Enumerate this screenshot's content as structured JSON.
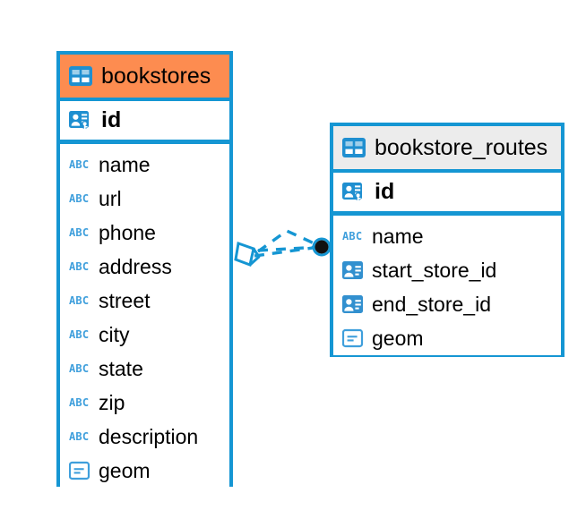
{
  "diagram": {
    "type": "entity-relationship-diagram",
    "background": "#ffffff",
    "accent_color": "#1596d3",
    "entities": [
      {
        "name": "bookstores",
        "header_color": "#fd8c50",
        "header_icon": "table-icon",
        "primary_key": {
          "label": "id",
          "icon": "primary-key-icon"
        },
        "fields": [
          {
            "label": "name",
            "icon": "text-type-icon"
          },
          {
            "label": "url",
            "icon": "text-type-icon"
          },
          {
            "label": "phone",
            "icon": "text-type-icon"
          },
          {
            "label": "address",
            "icon": "text-type-icon"
          },
          {
            "label": "street",
            "icon": "text-type-icon"
          },
          {
            "label": "city",
            "icon": "text-type-icon"
          },
          {
            "label": "state",
            "icon": "text-type-icon"
          },
          {
            "label": "zip",
            "icon": "text-type-icon"
          },
          {
            "label": "description",
            "icon": "text-type-icon"
          },
          {
            "label": "geom",
            "icon": "geometry-type-icon"
          }
        ]
      },
      {
        "name": "bookstore_routes",
        "header_color": "#ececec",
        "header_icon": "table-icon",
        "primary_key": {
          "label": "id",
          "icon": "primary-key-icon"
        },
        "fields": [
          {
            "label": "name",
            "icon": "text-type-icon"
          },
          {
            "label": "start_store_id",
            "icon": "foreign-key-icon"
          },
          {
            "label": "end_store_id",
            "icon": "foreign-key-icon"
          },
          {
            "label": "geom",
            "icon": "geometry-type-icon"
          }
        ]
      }
    ],
    "relationship": {
      "from_entity": "bookstores",
      "to_entity": "bookstore_routes",
      "line_style": "dashed",
      "line_color": "#1596d3",
      "source_marker": "crows-foot-many",
      "target_marker": "filled-circle-one"
    }
  }
}
